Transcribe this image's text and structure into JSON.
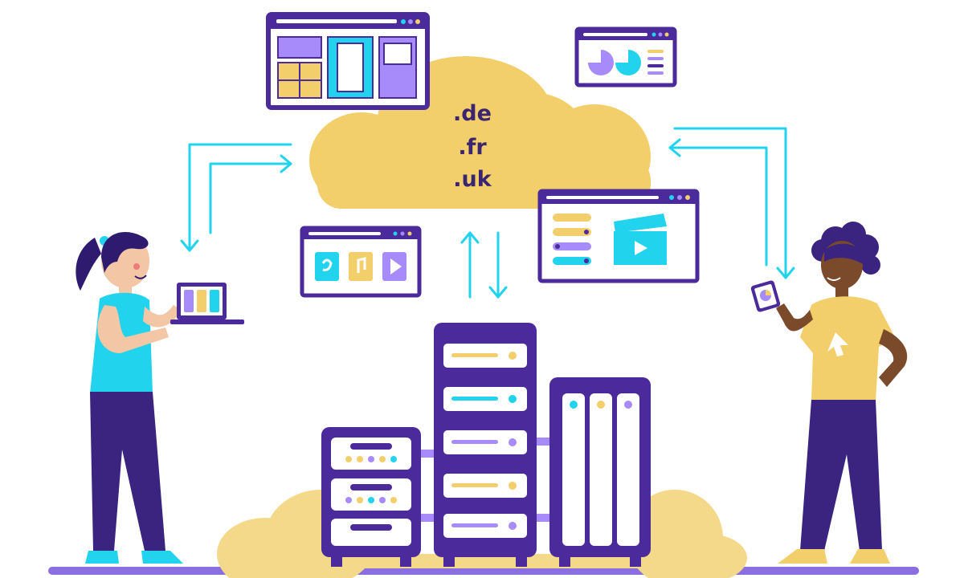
{
  "cloud": {
    "domains": [
      ".de",
      ".fr",
      ".uk"
    ]
  },
  "colors": {
    "purple": "#4b2a9c",
    "dark_purple": "#2e1a6e",
    "yellow": "#f2cf6b",
    "light_yellow": "#f5d98a",
    "cyan": "#22d3ee",
    "lavender": "#a78bfa",
    "skin_light": "#f3c6a6",
    "skin_dark": "#7a4a2a"
  },
  "icons": [
    "dashboard-window-icon",
    "pie-chart-window-icon",
    "media-window-icon",
    "video-window-icon",
    "server-rack-icon",
    "laptop-icon",
    "smartphone-icon",
    "sync-arrows-icon"
  ]
}
